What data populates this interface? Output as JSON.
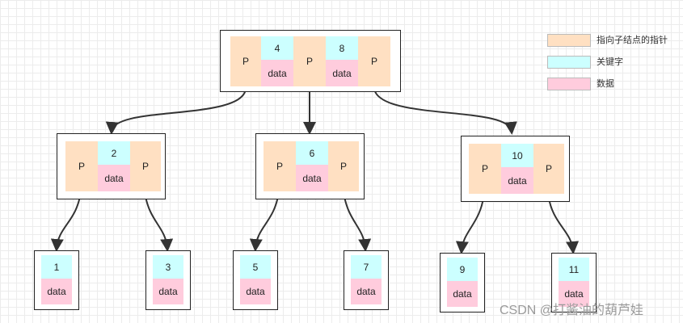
{
  "legend": {
    "pointer": {
      "label": "指向子结点的指针",
      "color": "#ffe0c2"
    },
    "key": {
      "label": "关键字",
      "color": "#ccffff"
    },
    "data": {
      "label": "数据",
      "color": "#ffccdd"
    }
  },
  "labels": {
    "pointer": "P",
    "data": "data"
  },
  "root": {
    "keys": [
      "4",
      "8"
    ]
  },
  "internal": [
    {
      "key": "2"
    },
    {
      "key": "6"
    },
    {
      "key": "10"
    }
  ],
  "leaves": [
    "1",
    "3",
    "5",
    "7",
    "9",
    "11"
  ],
  "watermark": "CSDN @打酱油的葫芦娃"
}
